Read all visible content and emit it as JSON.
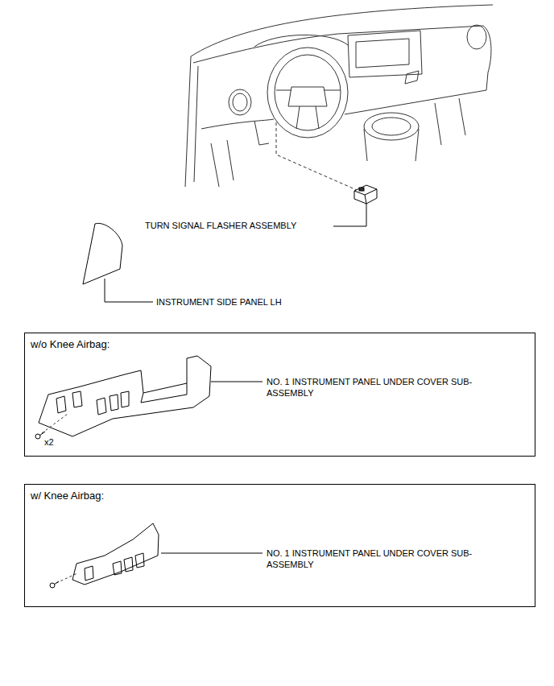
{
  "diagram": {
    "nodes": [
      {
        "text": [
          "w/o Knee Airbag:"
        ]
      },
      {
        "text": [
          "w/ Knee Airbag:"
        ]
      }
    ],
    "edges": [],
    "labels": [
      "TURN SIGNAL FLASHER ASSEMBLY",
      "INSTRUMENT SIDE PANEL LH",
      "NO. 1 INSTRUMENT PANEL UNDER COVER SUB-ASSEMBLY",
      "x2",
      "NO. 1 INSTRUMENT PANEL UNDER COVER SUB-ASSEMBLY"
    ]
  }
}
